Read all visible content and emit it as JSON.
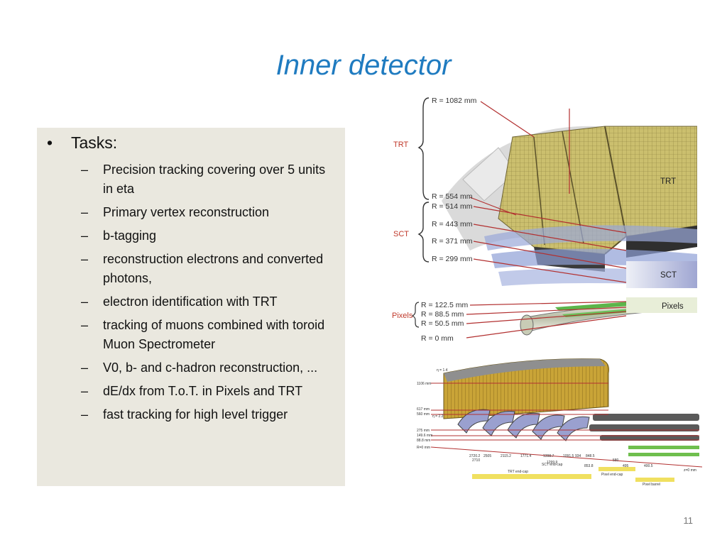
{
  "slide": {
    "title": "Inner detector",
    "page_number": "11"
  },
  "tasks": {
    "heading": "Tasks:",
    "items": [
      "Precision tracking covering over 5 units in eta",
      "Primary vertex reconstruction",
      " b-tagging",
      " reconstruction electrons and converted photons,",
      "electron identification with TRT",
      " tracking of muons combined with toroid Muon Spectrometer",
      " V0, b- and c-hadron reconstruction, ...",
      " dE/dx from T.o.T. in Pixels and TRT",
      " fast tracking for high level trigger"
    ]
  },
  "figure_barrel": {
    "radii_trt": [
      "R = 1082 mm",
      "R = 554 mm"
    ],
    "radii_sct": [
      "R = 514 mm",
      "R = 443 mm",
      "R = 371 mm",
      "R = 299 mm"
    ],
    "radii_pixels": [
      "R = 122.5 mm",
      "R = 88.5 mm",
      "R = 50.5 mm",
      "R = 0 mm"
    ],
    "group_labels": [
      "TRT",
      "SCT",
      "Pixels"
    ],
    "side_labels": [
      "TRT",
      "SCT",
      "Pixels"
    ]
  },
  "figure_endcap": {
    "eta_labels": [
      "η = 1.4",
      "η = 2.2"
    ],
    "r_labels": [
      "1106 mm",
      "617 mm",
      "560 mm",
      "275 mm",
      "149.6 mm",
      "88.8 mm",
      "R=0 mm"
    ],
    "z_labels": [
      "2720.2",
      "2505",
      "2115.2",
      "1771.4",
      "1398.7",
      "1091.5",
      "934",
      "848.5",
      "580",
      "495",
      "400.5",
      "z=0 mm"
    ],
    "z_labels_low": [
      "2710",
      "1299.9",
      "853.8"
    ],
    "section_labels": [
      "TRT end-cap",
      "SCT end-cap",
      "Pixel end-cap",
      "Pixel barrel"
    ]
  }
}
